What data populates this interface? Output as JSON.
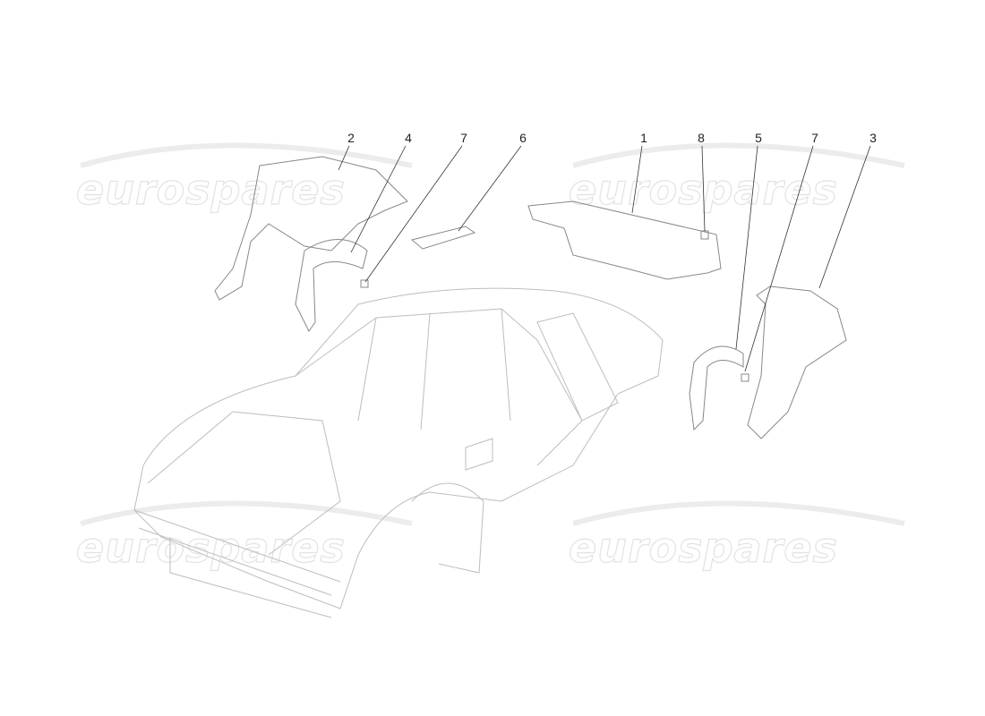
{
  "watermark": {
    "text": "eurospares",
    "color": "#e3e3e3"
  },
  "callouts": [
    {
      "label": "2"
    },
    {
      "label": "4"
    },
    {
      "label": "7"
    },
    {
      "label": "6"
    },
    {
      "label": "1"
    },
    {
      "label": "8"
    },
    {
      "label": "5"
    },
    {
      "label": "7"
    },
    {
      "label": "3"
    }
  ],
  "colors": {
    "outline": "#b8b8b8",
    "part_outline": "#777777",
    "leader": "#333333"
  }
}
